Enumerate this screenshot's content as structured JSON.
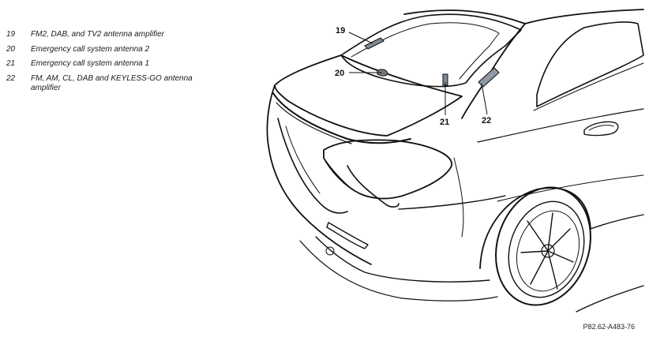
{
  "legend": [
    {
      "num": "19",
      "text": "FM2, DAB, and TV2 antenna amplifier"
    },
    {
      "num": "20",
      "text": "Emergency call system antenna 2"
    },
    {
      "num": "21",
      "text": "Emergency call system antenna 1"
    },
    {
      "num": "22",
      "text": "FM, AM, CL, DAB and KEYLESS-GO antenna amplifier"
    }
  ],
  "callouts": {
    "c19": "19",
    "c20": "20",
    "c21": "21",
    "c22": "22"
  },
  "figure_ref": "P82.62-A483-76"
}
